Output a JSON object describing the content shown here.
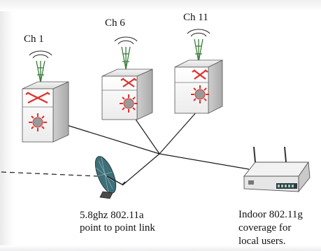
{
  "channels": [
    {
      "label": "Ch 1"
    },
    {
      "label": "Ch 6"
    },
    {
      "label": "Ch 11"
    }
  ],
  "dish_caption": {
    "line1": "5.8ghz 802.11a",
    "line2": "point to point link"
  },
  "router_caption": {
    "line1": "Indoor 802.11g",
    "line2": "coverage for",
    "line3": "local users."
  },
  "colors": {
    "line": "#1a1a1a",
    "cross": "#e0302a",
    "starburst": "#e0302a",
    "box_face": "#ffffff",
    "box_edge": "#555555"
  }
}
